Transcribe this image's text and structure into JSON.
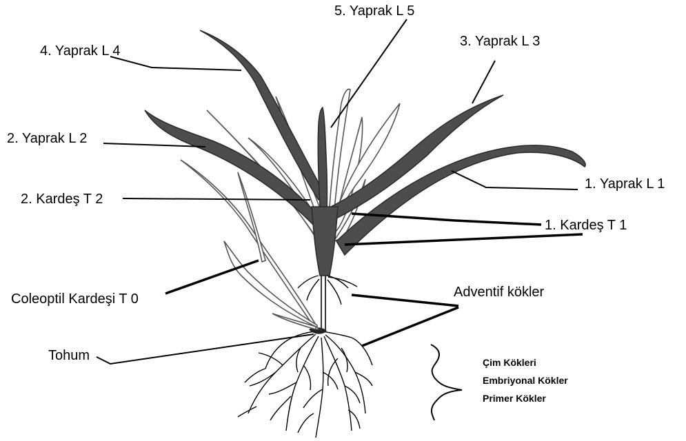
{
  "diagram": {
    "labels": {
      "leaf5": "5. Yaprak  L 5",
      "leaf4": "4. Yaprak  L 4",
      "leaf3": "3. Yaprak L  3",
      "leaf2": "2. Yaprak L 2",
      "leaf1": "1. Yaprak L 1",
      "tiller2": "2. Kardeş T 2",
      "tiller1": "1. Kardeş  T 1",
      "coleoptile_tiller": "Coleoptil  Kardeşi T 0",
      "adventitious_roots": "Adventif kökler",
      "seed": "Tohum",
      "seminal_roots_1": "Çim Kökleri",
      "seminal_roots_2": "Embriyonal Kökler",
      "seminal_roots_3": "Primer Kökler"
    }
  }
}
